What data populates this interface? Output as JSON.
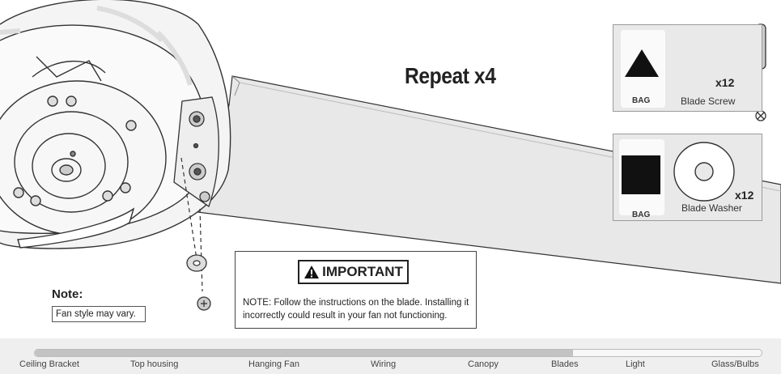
{
  "heading": "Repeat x4",
  "hardware": [
    {
      "bag_label": "BAG",
      "symbol": "triangle",
      "part_name": "Blade Screw",
      "quantity": "x12",
      "tool": "phillips-screwdriver"
    },
    {
      "bag_label": "BAG",
      "symbol": "square",
      "part_name": "Blade Washer",
      "quantity": "x12"
    }
  ],
  "important": {
    "badge": "IMPORTANT",
    "text": "NOTE: Follow the instructions on the blade. Installing it incorrectly could result in your fan not functioning."
  },
  "note": {
    "heading": "Note:",
    "text": "Fan style may vary."
  },
  "progress": {
    "fraction_complete": 0.74,
    "steps": [
      "Ceiling Bracket",
      "Top housing",
      "Hanging Fan",
      "Wiring",
      "Canopy",
      "Blades",
      "Light",
      "Glass/Bulbs"
    ],
    "current_step": "Blades"
  },
  "colors": {
    "line": "#333333",
    "panel": "#e9e9e9",
    "blade": "#e8e8e8",
    "progress_fill": "#c3c3c3"
  }
}
